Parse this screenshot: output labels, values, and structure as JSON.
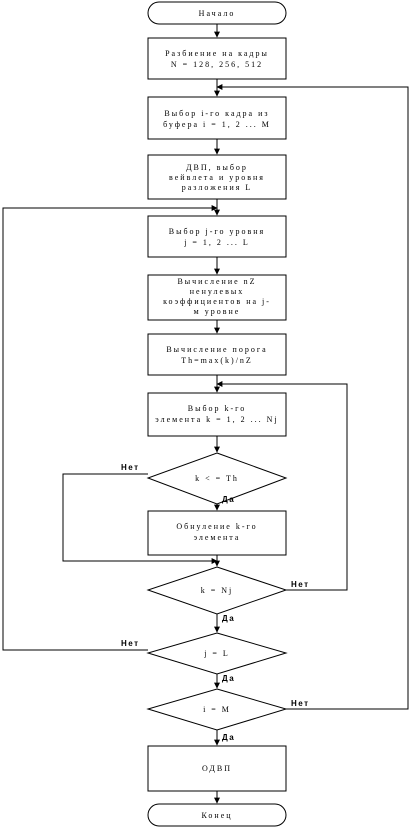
{
  "nodes": {
    "start": "Начало",
    "split_frames": [
      "Разбиение на кадры",
      "N = 128, 256, 512"
    ],
    "select_frame": [
      "Выбор i-го кадра из",
      "буфера i = 1, 2 ... M"
    ],
    "dwt_select": [
      "ДВП, выбор",
      "вейвлета и уровня",
      "разложения L"
    ],
    "select_level": [
      "Выбор j-го уровня",
      "j = 1, 2 ... L"
    ],
    "count_nonzero": [
      "Вычисление nZ",
      "ненулевых",
      "коэффициентов на j-",
      "м уровне"
    ],
    "threshold": [
      "Вычисление порога",
      "Th=max(k)/nZ"
    ],
    "select_element": [
      "Выбор k-го",
      "элемента k = 1, 2 ... Nj"
    ],
    "cond_k_th": "k < = Th",
    "zero_element": [
      "Обнуление k-го",
      "элемента"
    ],
    "cond_k_nj": "k = Nj",
    "cond_j_l": "j = L",
    "cond_i_m": "i = M",
    "idwt": "ОДВП",
    "end": "Конец"
  },
  "edge_labels": {
    "yes": "Да",
    "no": "Нет"
  }
}
